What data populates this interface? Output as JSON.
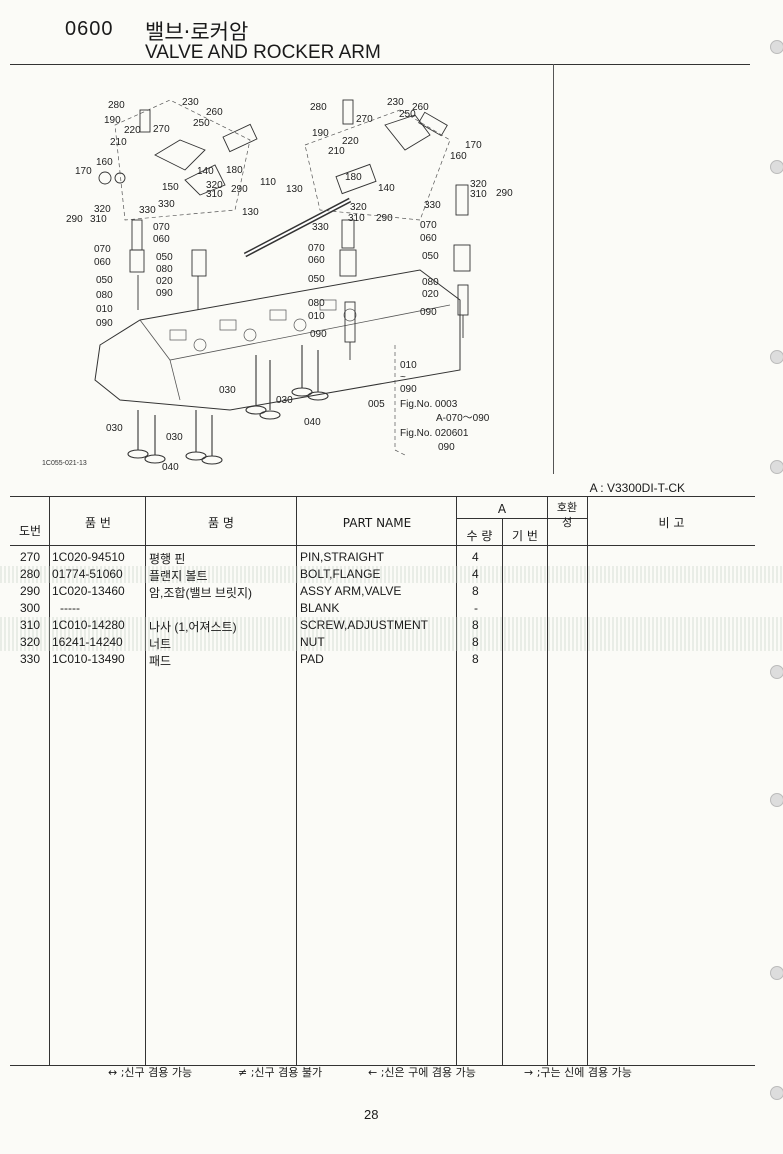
{
  "header": {
    "code": "0600",
    "title_ko": "밸브·로커암",
    "title_en": "VALVE AND ROCKER ARM"
  },
  "diagram": {
    "figure_id": "1C055-021-13",
    "callouts": [
      "280",
      "230",
      "260",
      "190",
      "250",
      "220",
      "270",
      "210",
      "140",
      "180",
      "160",
      "170",
      "150",
      "320",
      "310",
      "290",
      "110",
      "130",
      "330",
      "070",
      "060",
      "050",
      "080",
      "020",
      "090",
      "010",
      "030",
      "040"
    ],
    "note_lines": [
      "010",
      "~",
      "090",
      "Fig.No. 0003",
      "A-070～090",
      "Fig.No. 020601",
      "090"
    ],
    "note_ref": "005"
  },
  "model_label": "A : V3300DI-T-CK",
  "table": {
    "headers": {
      "ref": "도번",
      "part_no": "품 번",
      "name_ko": "품 명",
      "part_name": "PART NAME",
      "group_a": "A",
      "qty": "수 량",
      "base": "기 번",
      "interchange": "호환성",
      "remark": "비 고"
    },
    "rows": [
      {
        "ref": "270",
        "part_no": "1C020-94510",
        "name_ko": "평행 핀",
        "part_name": "PIN,STRAIGHT",
        "qty": "4"
      },
      {
        "ref": "280",
        "part_no": "01774-51060",
        "name_ko": "플랜지 볼트",
        "part_name": "BOLT,FLANGE",
        "qty": "4"
      },
      {
        "ref": "290",
        "part_no": "1C020-13460",
        "name_ko": "암,조합(밸브 브릿지)",
        "part_name": "ASSY ARM,VALVE",
        "qty": "8"
      },
      {
        "ref": "300",
        "part_no": "-----",
        "name_ko": "",
        "part_name": "BLANK",
        "qty": "-"
      },
      {
        "ref": "310",
        "part_no": "1C010-14280",
        "name_ko": "나사 (1,어져스트)",
        "part_name": "SCREW,ADJUSTMENT",
        "qty": "8"
      },
      {
        "ref": "320",
        "part_no": "16241-14240",
        "name_ko": "너트",
        "part_name": "NUT",
        "qty": "8"
      },
      {
        "ref": "330",
        "part_no": "1C010-13490",
        "name_ko": "패드",
        "part_name": "PAD",
        "qty": "8"
      }
    ]
  },
  "legend": [
    {
      "symbol": "↔",
      "text": ";신구 겸용 가능"
    },
    {
      "symbol": "≠",
      "text": ";신구 겸용 불가"
    },
    {
      "symbol": "←",
      "text": ";신은 구에 겸용 가능"
    },
    {
      "symbol": "→",
      "text": ";구는 신에 겸용 가능"
    }
  ],
  "page_number": "28"
}
